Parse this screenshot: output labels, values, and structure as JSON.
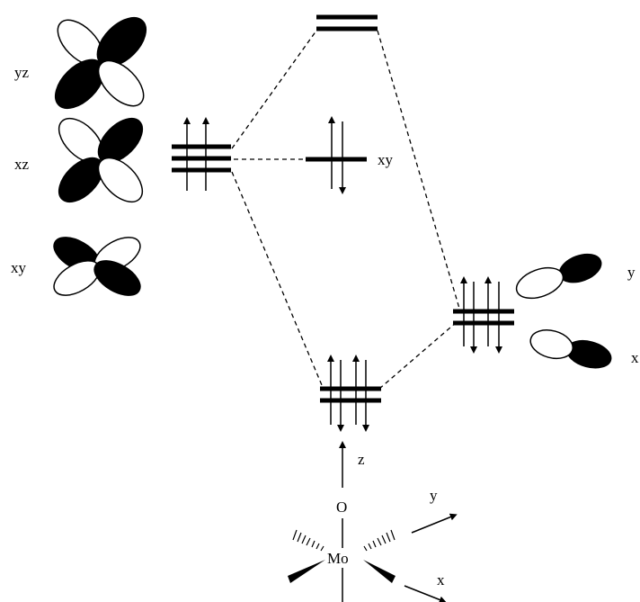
{
  "labels": {
    "left_yz": "yz",
    "left_xz": "xz",
    "left_xy": "xy",
    "mid_xy": "xy",
    "right_y": "y",
    "right_x": "x",
    "axis_z": "z",
    "axis_y": "y",
    "axis_x": "x",
    "atom_O": "O",
    "atom_Mo": "Mo"
  },
  "levels": {
    "top_empty": {
      "lines": 2,
      "electrons": 0
    },
    "metal_t2g": {
      "lines": 3,
      "electrons": 2,
      "spins": [
        "up",
        "up"
      ]
    },
    "nonbonding_xy": {
      "lines": 1,
      "electrons": 2,
      "spins": [
        "up",
        "down"
      ]
    },
    "oxygen_p": {
      "lines": 2,
      "electrons": 4,
      "spins": [
        "up",
        "down",
        "up",
        "down"
      ]
    },
    "bonding_pi": {
      "lines": 2,
      "electrons": 4,
      "spins": [
        "up",
        "down",
        "up",
        "down"
      ]
    }
  },
  "colors": {
    "ink": "#000000",
    "background": "#ffffff"
  }
}
